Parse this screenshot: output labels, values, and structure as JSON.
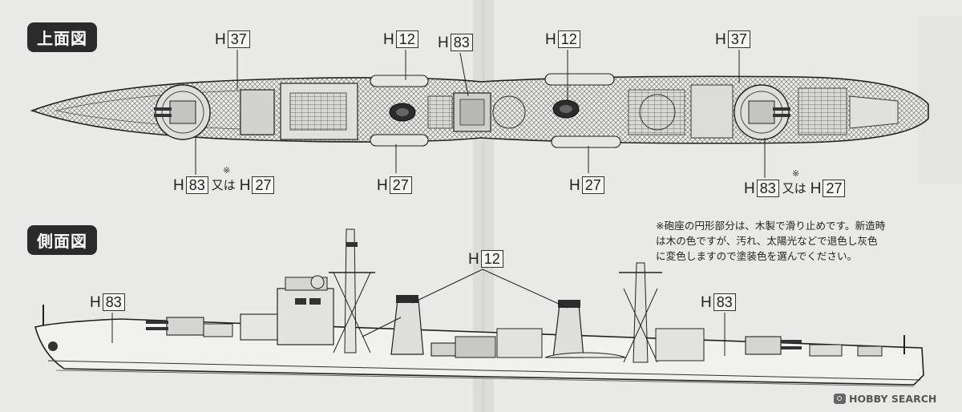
{
  "top_view": {
    "title": "上面図",
    "callouts": [
      {
        "prefix": "H",
        "code": "37"
      },
      {
        "prefix": "H",
        "code": "12"
      },
      {
        "prefix": "H",
        "code": "83"
      },
      {
        "prefix": "H",
        "code": "12"
      },
      {
        "prefix": "H",
        "code": "37"
      },
      {
        "prefix": "H",
        "code": "83",
        "asterisk": "※",
        "alt_text": "又は",
        "alt_code": "27"
      },
      {
        "prefix": "H",
        "code": "27"
      },
      {
        "prefix": "H",
        "code": "27"
      },
      {
        "prefix": "H",
        "code": "83",
        "asterisk": "※",
        "alt_text": "又は",
        "alt_code": "27"
      }
    ]
  },
  "side_view": {
    "title": "側面図",
    "callouts": [
      {
        "prefix": "H",
        "code": "83"
      },
      {
        "prefix": "H",
        "code": "12"
      },
      {
        "prefix": "H",
        "code": "83"
      }
    ]
  },
  "note_lines": [
    "※砲座の円形部分は、木製で滑り止めです。新造時",
    "は木の色ですが、汚れ、太陽光などで退色し灰色",
    "に変色しますので塗装色を選んでください。"
  ],
  "watermark": {
    "brand": "HOBBY SEARCH"
  },
  "colors": {
    "paper": "#e9e9e7",
    "hull": "#f1f1ef",
    "ink": "#2b2b2b",
    "deck_pattern": "#c9c9c7"
  }
}
